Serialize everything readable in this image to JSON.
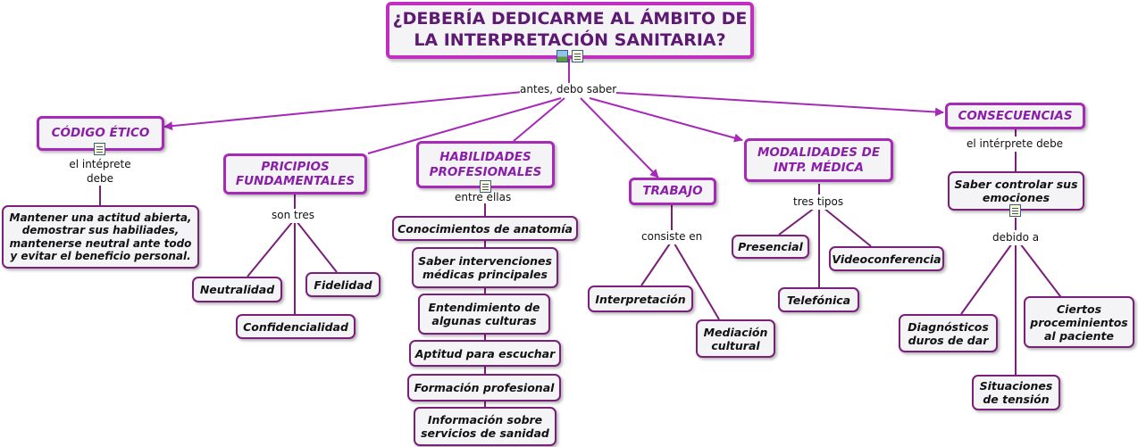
{
  "title": "¿DEBERÍA DEDICARME AL ÁMBITO DE LA INTERPRETACIÓN SANITARIA?",
  "root_link": "antes, debo saber",
  "categories": {
    "codigo": {
      "label": "CÓDIGO ÉTICO",
      "link": "el intéprete debe",
      "items": [
        "Mantener una actitud abierta, demostrar sus habiliades, mantenerse neutral ante todo y evitar el beneficio personal."
      ]
    },
    "principios": {
      "label": "PRICIPIOS FUNDAMENTALES",
      "link": "son tres",
      "items": [
        "Neutralidad",
        "Fidelidad",
        "Confidencialidad"
      ]
    },
    "habilidades": {
      "label": "HABILIDADES PROFESIONALES",
      "link": "entre ellas",
      "items": [
        "Conocimientos de anatomía",
        "Saber intervenciones médicas principales",
        "Entendimiento de algunas culturas",
        "Aptitud para escuchar",
        "Formación profesional",
        "Información sobre servicios de sanidad"
      ]
    },
    "trabajo": {
      "label": "TRABAJO",
      "link": "consiste en",
      "items": [
        "Interpretación",
        "Mediación cultural"
      ]
    },
    "modalidades": {
      "label": "MODALIDADES DE INTP. MÉDICA",
      "link": "tres tipos",
      "items": [
        "Presencial",
        "Videoconferencia",
        "Telefónica"
      ]
    },
    "consecuencias": {
      "label": "CONSECUENCIAS",
      "link": "el intérprete debe",
      "sub": "Saber controlar sus emociones",
      "sub_link": "debido a",
      "items": [
        "Diagnósticos duros de dar",
        "Ciertos proceminientos al paciente",
        "Situaciones de tensión"
      ]
    }
  },
  "colors": {
    "title_border": "#c22ec2",
    "category_border": "#a629b7",
    "category_text": "#8b1ea8",
    "leaf_border": "#7a1f7a",
    "line": "#a629b7",
    "node_fill": "#f4f4f6"
  },
  "icons": [
    "image-icon",
    "document-icon"
  ]
}
